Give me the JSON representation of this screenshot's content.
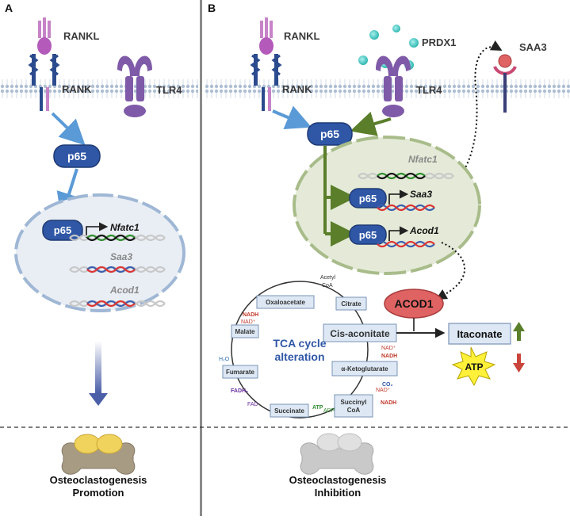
{
  "panels": {
    "a_label": "A",
    "b_label": "B"
  },
  "panel_a": {
    "rankl": "RANKL",
    "rank": "RANK",
    "tlr4": "TLR4",
    "p65_cyto": "p65",
    "p65_nuc": "p65",
    "nfatc1": "Nfatc1",
    "saa3": "Saa3",
    "acod1": "Acod1",
    "outcome_line1": "Osteoclastogenesis",
    "outcome_line2": "Promotion"
  },
  "panel_b": {
    "rankl": "RANKL",
    "prdx1": "PRDX1",
    "saa3_protein": "SAA3",
    "rank": "RANK",
    "tlr4": "TLR4",
    "p65_cyto": "p65",
    "nfatc1": "Nfatc1",
    "p65_saa3": "p65",
    "saa3_gene": "Saa3",
    "p65_acod1": "p65",
    "acod1_gene": "Acod1",
    "acod1_protein": "ACOD1",
    "itaconate": "Itaconate",
    "atp_burst": "ATP",
    "outcome_line1": "Osteoclastogenesis",
    "outcome_line2": "Inhibition"
  },
  "tca": {
    "center_line1": "TCA cycle",
    "center_line2": "alteration",
    "acetyl_line1": "Acetyl",
    "acetyl_line2": "CoA",
    "oxaloacetate": "Oxaloacetate",
    "citrate": "Citrate",
    "cis_aconitate": "Cis-aconitate",
    "malate": "Malate",
    "fumarate": "Fumarate",
    "akg": "α-Ketoglutarate",
    "succinate": "Succinate",
    "succinyl_line1": "Succinyl",
    "succinyl_line2": "CoA",
    "nadh_top": "NADH",
    "nad_top": "NAD⁺",
    "h2o": "H₂O",
    "fadh2": "FADH₂",
    "fad": "FAD",
    "atp": "ATP",
    "adp": "ADP",
    "nad_right": "NAD⁺",
    "nadh_right": "NADH",
    "co2": "CO₂",
    "nad_bottom": "NAD⁺",
    "nadh_bottom": "NADH"
  },
  "colors": {
    "p65": "#2f57a6",
    "membrane": "#9fb4cc",
    "green_arrow": "#5a7e2a",
    "blue_arrow": "#5a9ad6",
    "acod1": "#e06363",
    "up_arrow": "#5a7e2a",
    "down_arrow": "#c9443a"
  }
}
